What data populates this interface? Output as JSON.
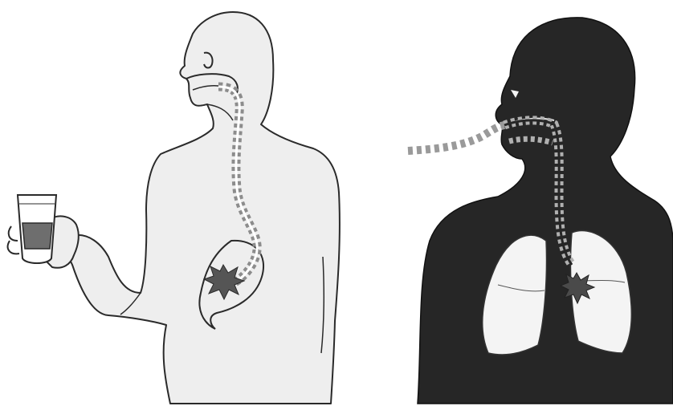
{
  "figures": [
    {
      "id": "ingestion",
      "path_kind": "mouth-esophagus-stomach",
      "colors": {
        "body_fill": "#eeeeee",
        "outline": "#2a2a2a",
        "path": "#8c8c8c",
        "burst": "#555555",
        "liquid": "#6e6e6e"
      },
      "icons": [
        "drinking-glass-icon",
        "hand-icon",
        "stomach-burst-icon"
      ]
    },
    {
      "id": "inhalation",
      "path_kind": "nose-trachea-lungs",
      "colors": {
        "body_fill": "#262626",
        "lungs": "#f4f4f4",
        "path": "#9a9a9a",
        "burst": "#4a4a4a"
      },
      "icons": [
        "airstream-icon",
        "lung-burst-icon"
      ]
    }
  ]
}
